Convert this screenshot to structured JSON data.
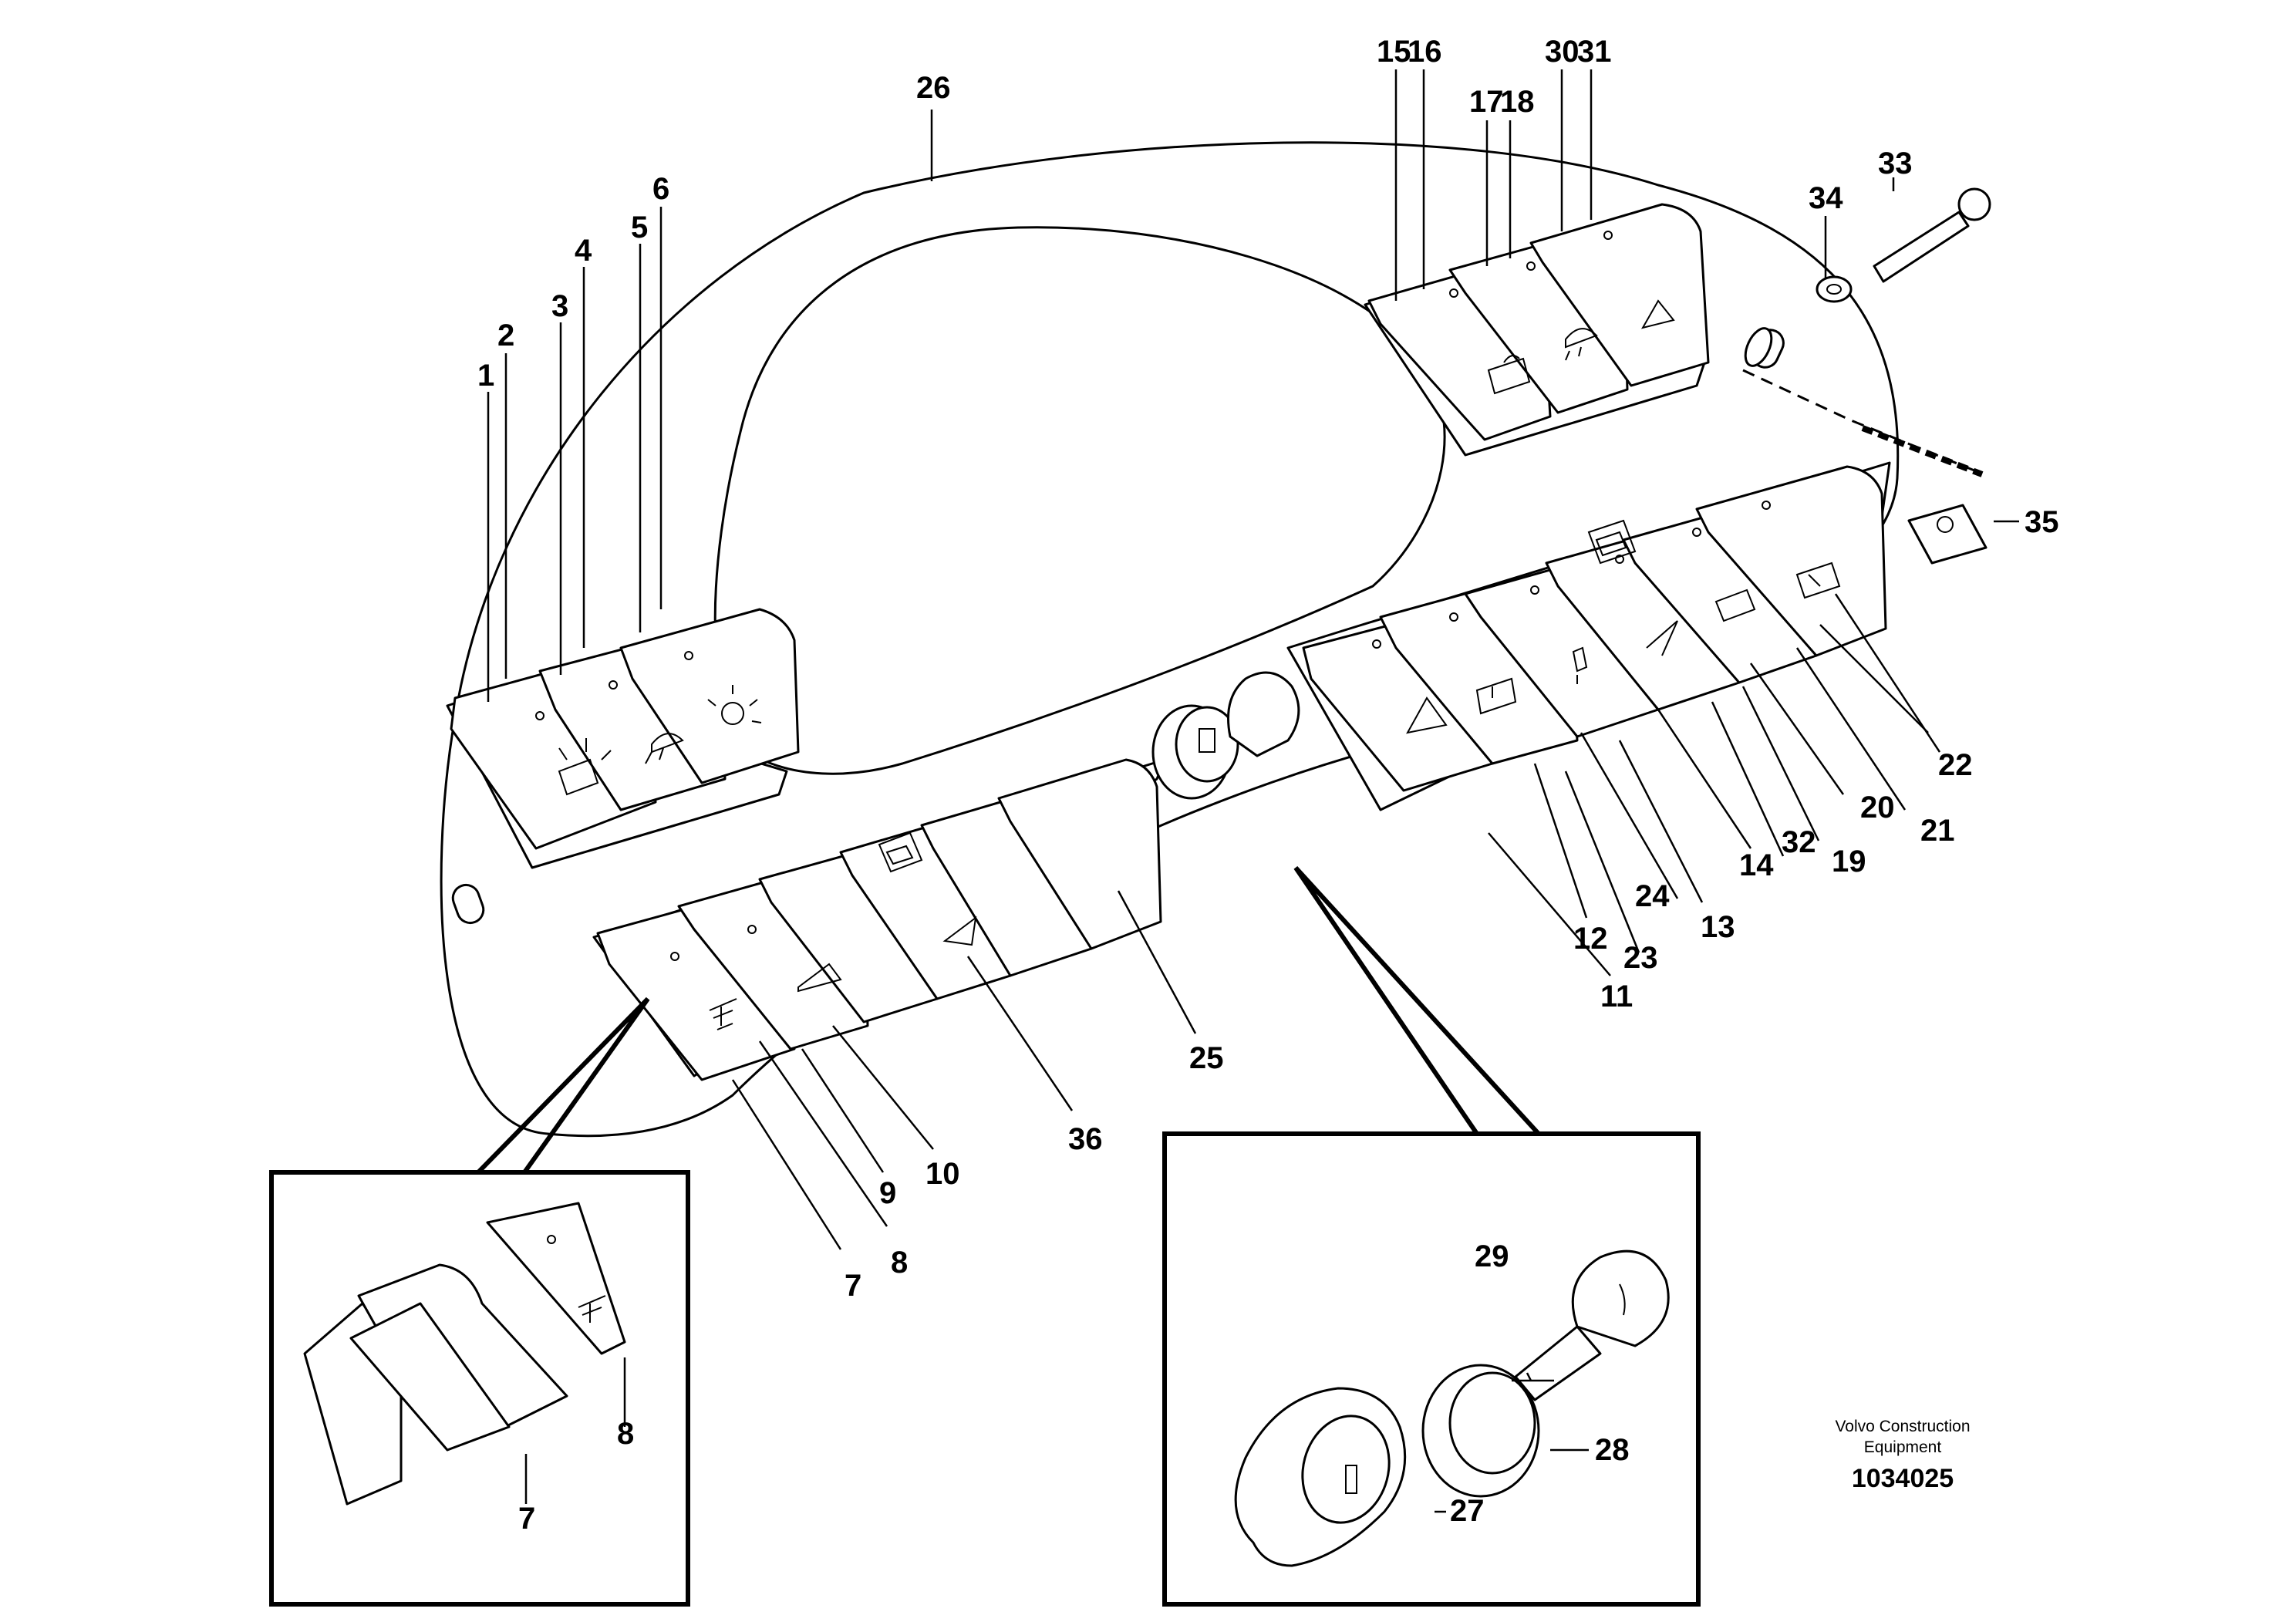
{
  "diagram": {
    "part_numbers": [
      "1",
      "2",
      "3",
      "4",
      "5",
      "6",
      "7",
      "8",
      "9",
      "10",
      "11",
      "12",
      "13",
      "14",
      "15",
      "16",
      "17",
      "18",
      "19",
      "20",
      "21",
      "22",
      "23",
      "24",
      "25",
      "26",
      "27",
      "28",
      "29",
      "30",
      "31",
      "32",
      "33",
      "34",
      "35",
      "36"
    ],
    "inset_left_numbers": [
      "7",
      "8"
    ],
    "inset_right_numbers": [
      "27",
      "28",
      "29"
    ],
    "brand_line1": "Volvo Construction",
    "brand_line2": "Equipment",
    "drawing_number": "1034025"
  }
}
